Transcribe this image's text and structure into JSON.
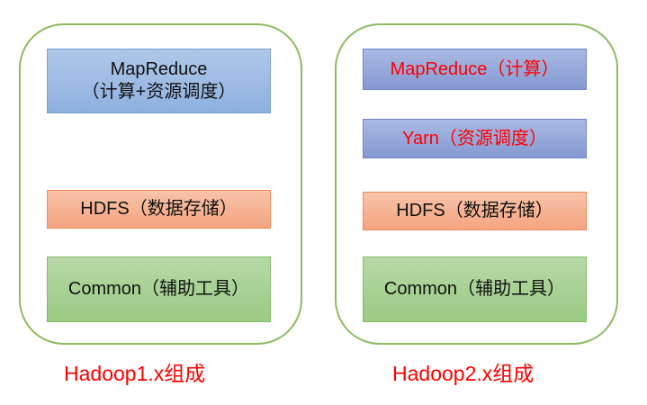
{
  "diagram": {
    "left": {
      "caption": "Hadoop1.x组成",
      "layers": [
        {
          "line1": "MapReduce",
          "line2": "（计算+资源调度）",
          "kind": "compute"
        },
        {
          "label": "HDFS（数据存储）",
          "kind": "storage"
        },
        {
          "label": "Common（辅助工具）",
          "kind": "common"
        }
      ]
    },
    "right": {
      "caption": "Hadoop2.x组成",
      "layers": [
        {
          "label": "MapReduce（计算）",
          "kind": "compute"
        },
        {
          "label": "Yarn（资源调度）",
          "kind": "scheduler"
        },
        {
          "label": "HDFS（数据存储）",
          "kind": "storage"
        },
        {
          "label": "Common（辅助工具）",
          "kind": "common"
        }
      ]
    },
    "colors": {
      "container_border": "#8cbb60",
      "compute_v1": "#9fbde4",
      "compute_v2": "#97a9da",
      "storage": "#f6b493",
      "common": "#a9d294",
      "highlight_text": "#ff0000"
    }
  }
}
